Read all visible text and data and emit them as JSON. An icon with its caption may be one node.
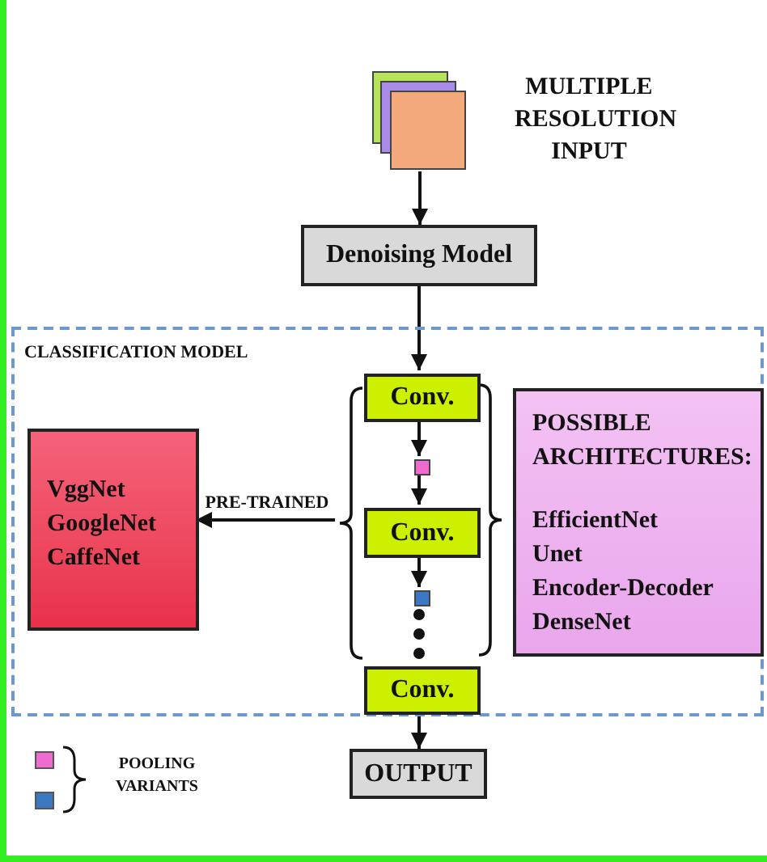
{
  "diagram": {
    "nodes": [
      {
        "text": [],
        "shape": "box",
        "beside": [
          "MULTIPLE RESOLUTION INPUT"
        ]
      },
      {
        "text": [
          "Denoising Model"
        ]
      },
      {
        "text": [
          "CLASSIFICATION MODEL"
        ]
      },
      {
        "text": [
          "Conv."
        ],
        "in": 2
      },
      {
        "text": [],
        "shape": "box",
        "in": 2
      },
      {
        "text": [
          "Conv."
        ],
        "in": 2
      },
      {
        "text": [],
        "shape": "box",
        "in": 2
      },
      {
        "text": [
          "Conv."
        ],
        "in": 2
      },
      {
        "text": [
          "VggNet",
          "GoogleNet",
          "CaffeNet"
        ],
        "in": 2
      },
      {
        "text": [
          "POSSIBLE ARCHITECTURES:",
          "EfficientNet",
          "Unet",
          "Encoder-Decoder",
          "DenseNet"
        ],
        "in": 2
      },
      {
        "text": [
          "OUTPUT"
        ]
      },
      {
        "text": [],
        "shape": "brace",
        "in": 2
      }
    ],
    "edges": [
      {
        "from": 0,
        "to": 1,
        "arrow": "to"
      },
      {
        "from": 1,
        "to": 3,
        "arrow": "to"
      },
      {
        "from": 3,
        "to": 4,
        "arrow": "to"
      },
      {
        "from": 4,
        "to": 5,
        "arrow": "to"
      },
      {
        "from": 5,
        "to": 6,
        "arrow": "to"
      },
      {
        "from": 7,
        "to": 10,
        "arrow": "to"
      },
      {
        "from": 11,
        "to": 8,
        "arrow": "to",
        "label": "PRE-TRAINED"
      }
    ],
    "labels": [
      "POOLING VARIANTS"
    ]
  }
}
